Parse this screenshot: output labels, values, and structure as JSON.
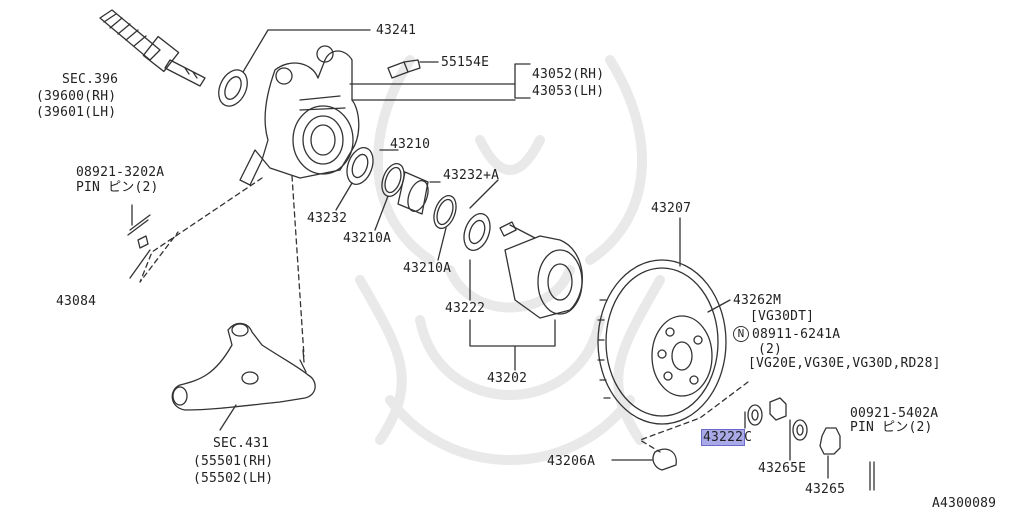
{
  "diagram": {
    "colors": {
      "line": "#333333",
      "highlight": "#a9a9e8",
      "watermark": "#e6e6e6"
    },
    "labels": {
      "p43241": "43241",
      "p55154e": "55154E",
      "p43052": "43052(RH)",
      "p43053": "43053(LH)",
      "sec396": "SEC.396",
      "sec396_rh": "(39600(RH)",
      "sec396_lh": "(39601(LH)",
      "pin1_num": "08921-3202A",
      "pin1_txt": "PIN ピン(2)",
      "p43210": "43210",
      "p43232a": "43232+A",
      "p43232": "43232",
      "p43210a_1": "43210A",
      "p43210a_2": "43210A",
      "p43084": "43084",
      "p43222": "43222",
      "p43202": "43202",
      "p43207": "43207",
      "p43262m": "43262M",
      "vg30dt": "[VG30DT]",
      "n_mark": "N",
      "p08911": "08911-6241A",
      "qty2": "(2)",
      "engines": "[VG20E,VG30E,VG30D,RD28]",
      "sec431": "SEC.431",
      "sec431_rh": "(55501(RH)",
      "sec431_lh": "(55502(LH)",
      "p43222c_hl": "43222",
      "p43222c_tail": "C",
      "p43206a": "43206A",
      "p43265e": "43265E",
      "p43265": "43265",
      "pin2_num": "00921-5402A",
      "pin2_txt": "PIN ピン(2)",
      "diagram_id": "A4300089"
    }
  }
}
